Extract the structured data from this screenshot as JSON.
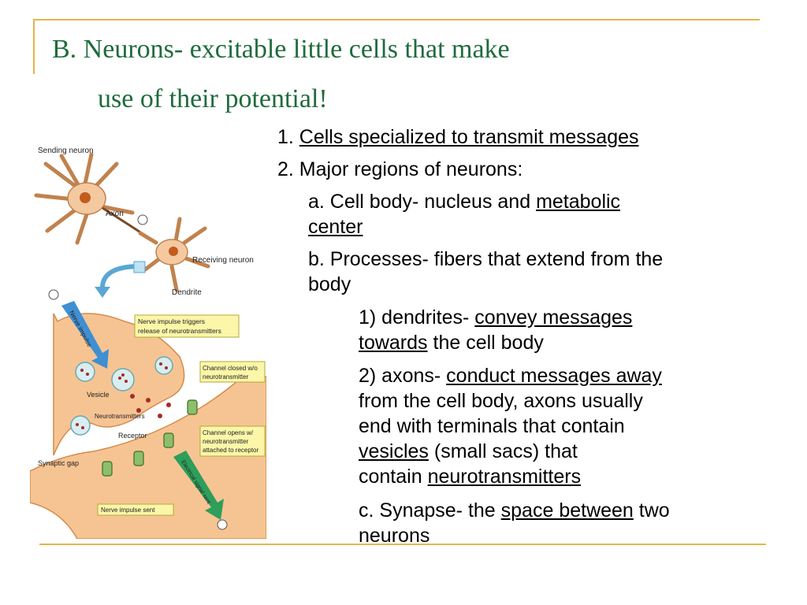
{
  "slide": {
    "title_line1": "B.  Neurons- excitable little cells that make",
    "title_line2": "use of their potential!"
  },
  "diagram": {
    "labels": {
      "sending_neuron": "Sending neuron",
      "axon": "Axon",
      "receiving_neuron": "Receiving neuron",
      "dendrite": "Dendrite",
      "nerve_impulse": "Nerve impulse",
      "nerve_impulse_triggers": [
        "Nerve impulse triggers",
        "release of neurotransmitters"
      ],
      "channel_closed": [
        "Channel closed w/o",
        "neurotransmitter"
      ],
      "vesicle": "Vesicle",
      "neurotransmitters": "Neurotransmitters",
      "receptor": "Receptor",
      "channel_opens": [
        "Channel opens w/",
        "neurotransmitter",
        "attached to receptor"
      ],
      "synaptic_gap": "Synaptic gap",
      "nerve_impulse_sent": "Nerve impulse sent",
      "electrical_signal_sent": "Electrical signal sent"
    }
  },
  "content": {
    "item1_prefix": "1. ",
    "item1_text": "Cells specialized to transmit messages",
    "item2": "2. Major regions of neurons:",
    "a_text": "a. Cell body- nucleus and ",
    "a_underline1": "metabolic",
    "a_underline2": "center",
    "b_line1": "b. Processes- fibers that extend from the",
    "b_line2": "body",
    "d_prefix": "1) dendrites- ",
    "d_underline1": "convey messages",
    "d_underline2": "towards",
    "d_suffix": " the cell body",
    "ax_prefix": "2) axons- ",
    "ax_underline": "conduct messages away",
    "ax_line2": "from the cell body, axons usually",
    "ax_line3": "end with terminals that contain",
    "ax_underline_vesicles": "vesicles",
    "ax_line4_suffix": " (small sacs) that",
    "ax_line5_prefix": "contain ",
    "ax_underline_nt": "neurotransmitters",
    "c_prefix": "c. Synapse- the ",
    "c_underline": "space between",
    "c_suffix": " two",
    "c_line2": "neurons"
  }
}
